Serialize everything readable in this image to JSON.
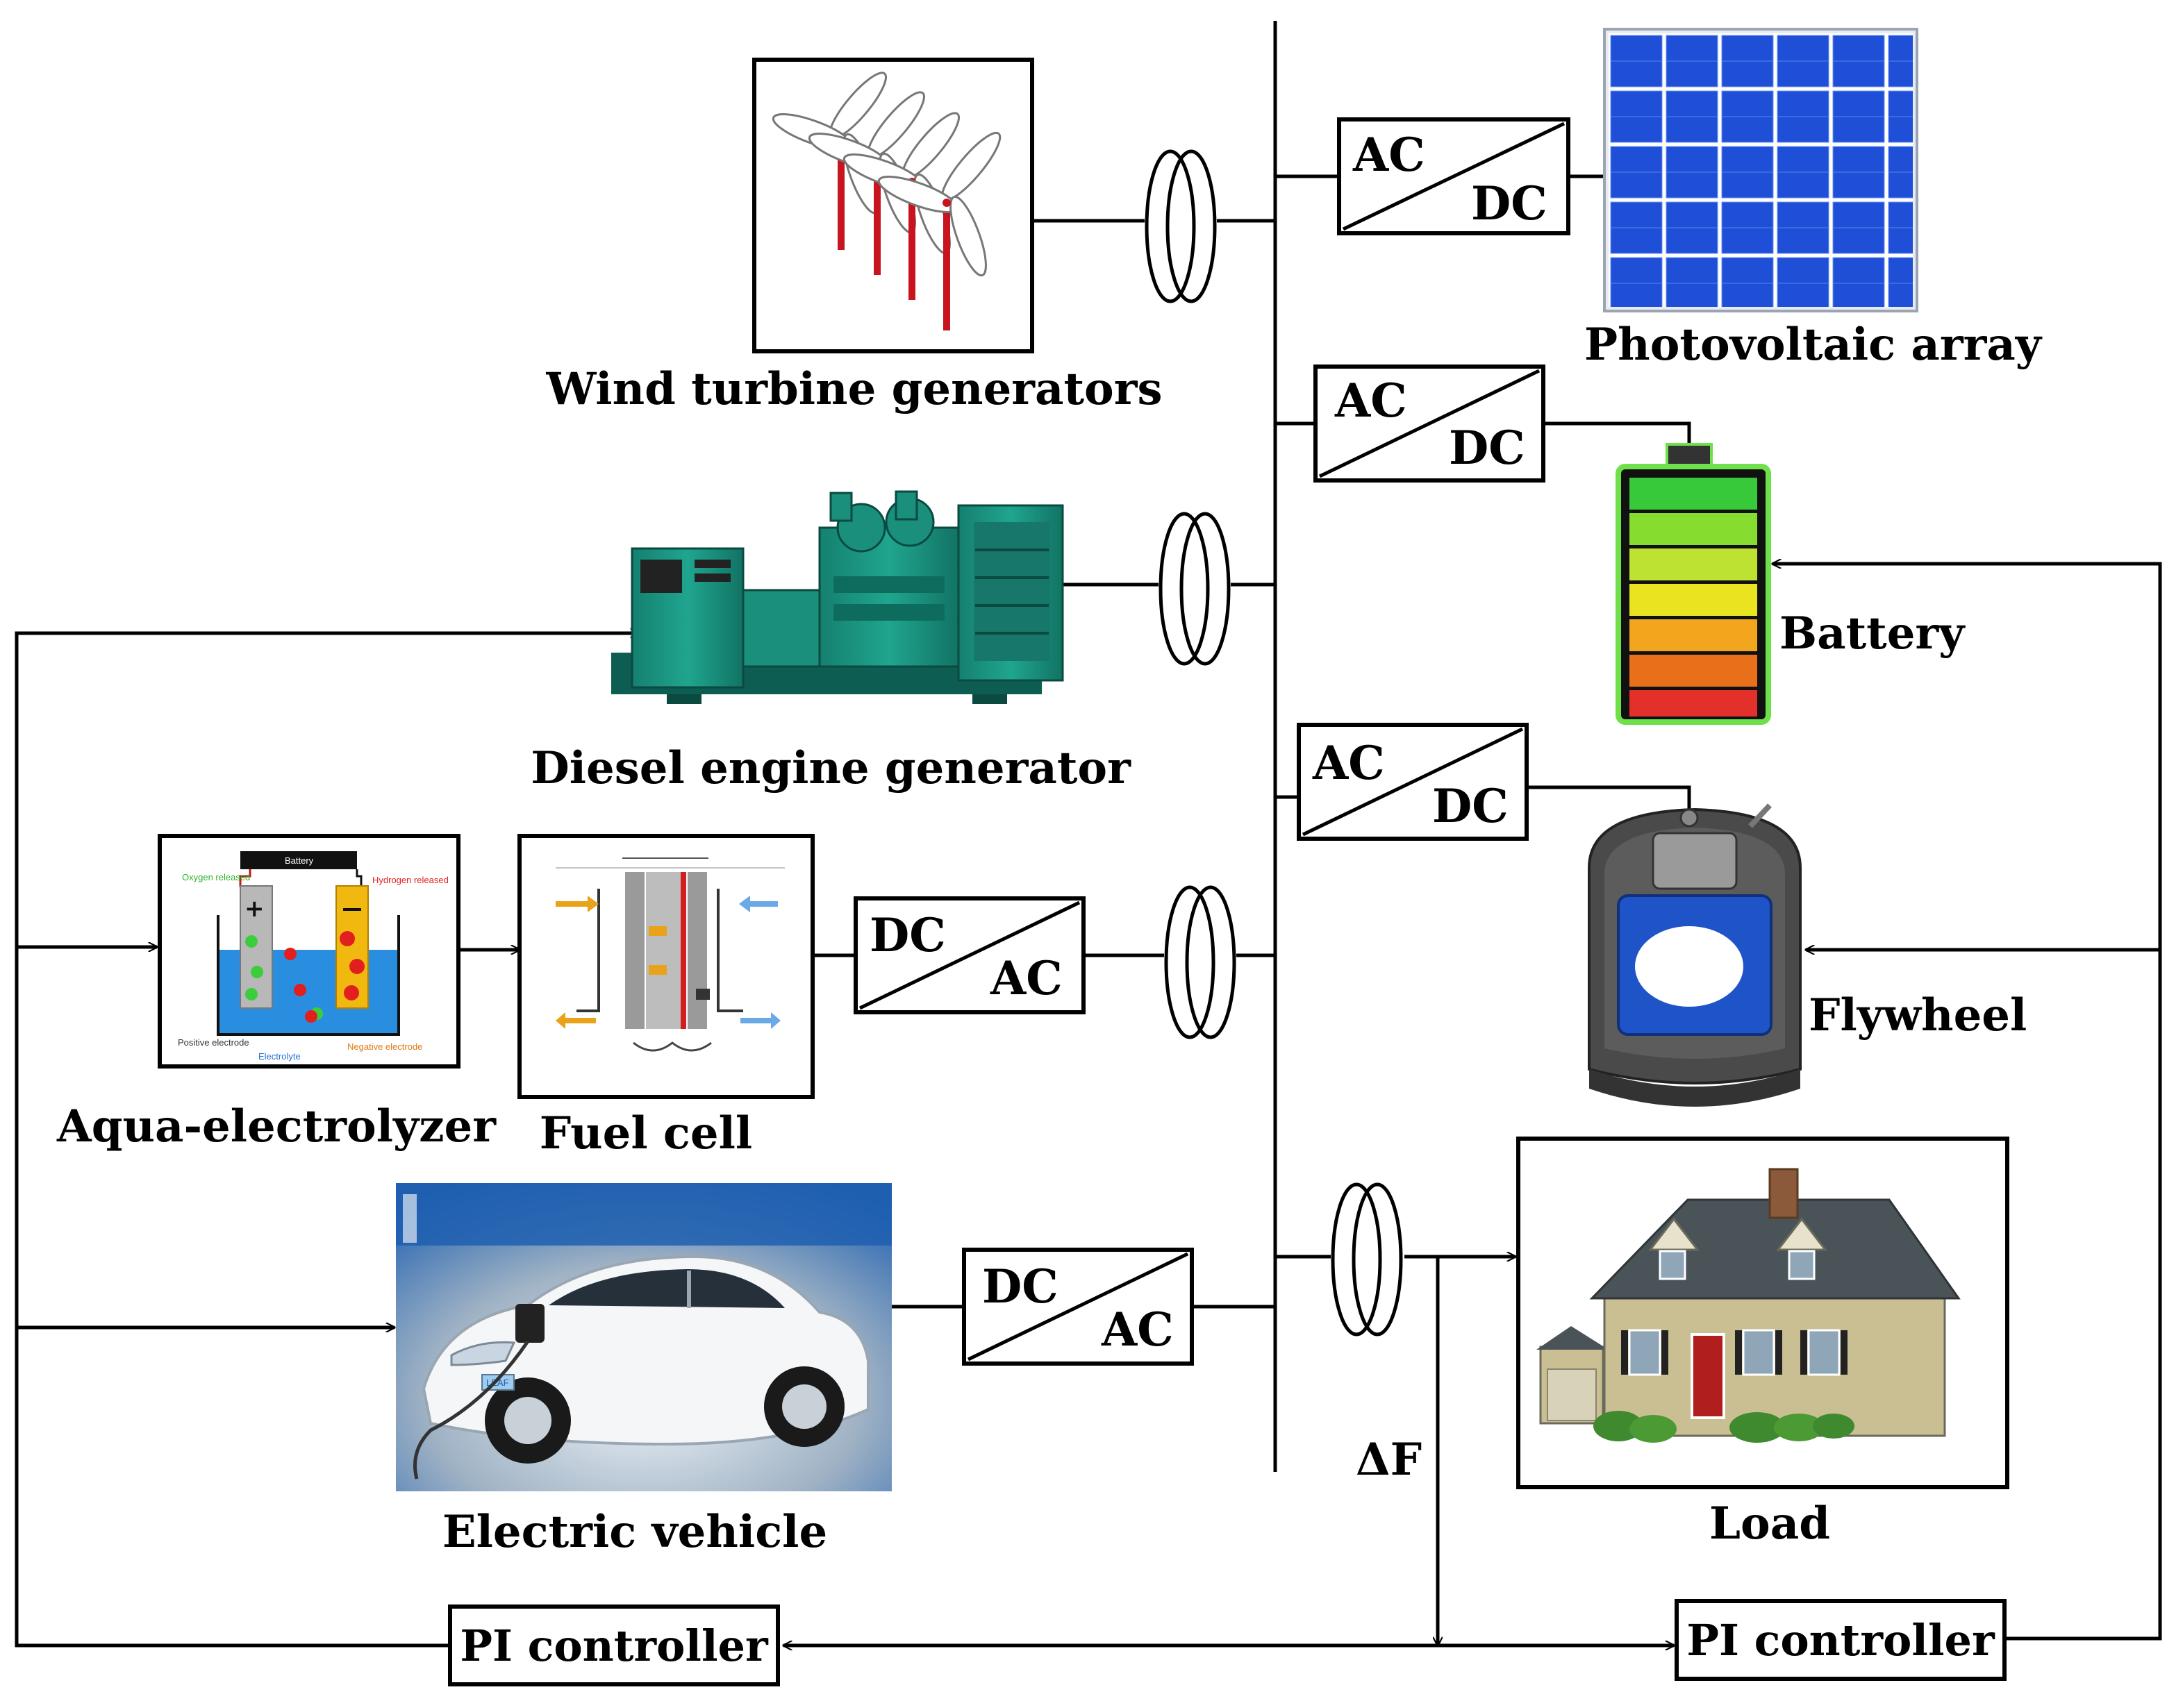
{
  "labels": {
    "wind": "Wind turbine generators",
    "pv": "Photovoltaic array",
    "battery": "Battery",
    "diesel": "Diesel engine generator",
    "flywheel": "Flywheel",
    "electrolyzer": "Aqua-electrolyzer",
    "fuel_cell": "Fuel cell",
    "ev": "Electric vehicle",
    "load": "Load",
    "delta_f": "ΔF"
  },
  "converters": {
    "pv": {
      "top": "AC",
      "bottom": "DC"
    },
    "battery": {
      "top": "AC",
      "bottom": "DC"
    },
    "flywheel": {
      "top": "AC",
      "bottom": "DC"
    },
    "fuel_cell": {
      "top": "DC",
      "bottom": "AC"
    },
    "ev": {
      "top": "DC",
      "bottom": "AC"
    }
  },
  "controllers": {
    "left": "PI controller",
    "right": "PI controller"
  },
  "icon_text": {
    "electrolyzer_battery": "Battery",
    "oxygen": "Oxygen released",
    "hydrogen": "Hydrogen released",
    "positive": "Positive electrode",
    "negative": "Negative electrode",
    "electrolyte": "Electrolyte",
    "leaf_plate": "LEAF"
  },
  "colors": {
    "pv_cell": "#1f4fd6",
    "diesel": "#1fa58f",
    "battery_frame": "#6ee04a",
    "wind_tower": "#c8141e",
    "car": "#f4f6f8",
    "studio": "#1e5fb0",
    "house_wall": "#c9bf92",
    "roof": "#4a5358",
    "door": "#b01e1e"
  }
}
